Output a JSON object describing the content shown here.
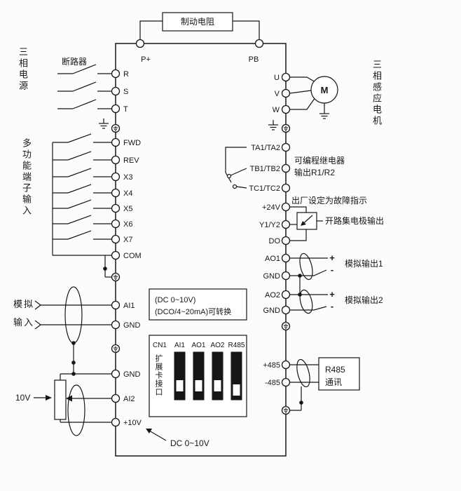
{
  "labels": {
    "brake_resistor": "制动电阻",
    "breaker": "断路器",
    "supply": "三相电源",
    "motor": "M",
    "motor_name": "三相感应电机",
    "multi_input": "多功能端子输入",
    "analog_input": "模拟输入",
    "pot": "10V",
    "relay_line1": "可编程继电器",
    "relay_line2": "输出R1/R2",
    "factory_note": "出厂设定为故障指示",
    "open_collector": "开路集电极输出",
    "analog_out1": "模拟输出1",
    "analog_out2": "模拟输出2",
    "plus": "+",
    "minus": "-",
    "r485_line1": "R485",
    "r485_line2": "通讯",
    "note_line1": "(DC 0~10V)",
    "note_line2": "(DCO/4~20mA)可转换",
    "expansion": "扩展卡接口",
    "dc_range": "DC 0~10V"
  },
  "dip": {
    "headers": [
      "CN1",
      "AI1",
      "AO1",
      "AO2",
      "R485"
    ]
  },
  "terminals": {
    "top": [
      "P+",
      "PB"
    ],
    "left_power": [
      "R",
      "S",
      "T"
    ],
    "right_power": [
      "U",
      "V",
      "W"
    ],
    "left_digital": [
      "FWD",
      "REV",
      "X3",
      "X4",
      "X5",
      "X6",
      "X7",
      "COM"
    ],
    "left_analog": [
      "AI1",
      "GND"
    ],
    "left_bottom": [
      "GND",
      "AI2",
      "+10V"
    ],
    "right_relay": [
      "TA1/TA2",
      "TB1/TB2",
      "TC1/TC2"
    ],
    "right_collector": [
      "+24V",
      "Y1/Y2",
      "DO"
    ],
    "right_analog": [
      "AO1",
      "GND",
      "AO2",
      "GND"
    ],
    "right_comm": [
      "+485",
      "-485"
    ]
  }
}
